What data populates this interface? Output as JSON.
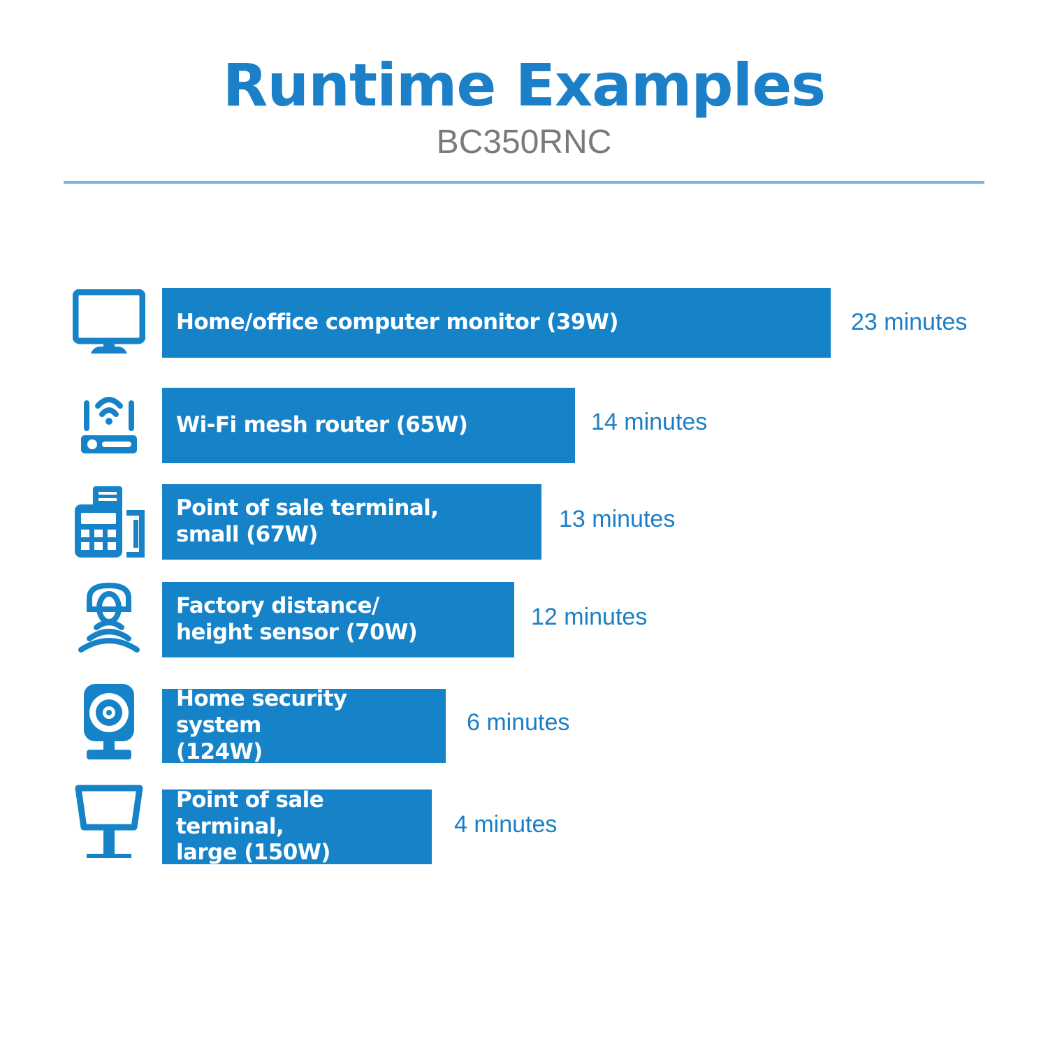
{
  "header": {
    "title": "Runtime Examples",
    "subtitle": "BC350RNC"
  },
  "colors": {
    "bar": "#1683c9",
    "title": "#1b80c8",
    "subtitle": "#7a7a7a",
    "value_text": "#1b7fc4",
    "divider": "#7eb5e0",
    "background": "#ffffff"
  },
  "chart_data": {
    "type": "bar",
    "title": "Runtime Examples",
    "subtitle": "BC350RNC",
    "xlabel": "",
    "ylabel": "",
    "unit": "minutes",
    "orientation": "horizontal",
    "grid": false,
    "legend": false,
    "categories": [
      "Home/office computer monitor (39W)",
      "Wi-Fi mesh router (65W)",
      "Point of sale terminal, small (67W)",
      "Factory distance/height sensor (70W)",
      "Home security system (124W)",
      "Point of sale terminal, large (150W)"
    ],
    "values": [
      23,
      14,
      13,
      12,
      6,
      4
    ],
    "xlim": [
      0,
      23
    ]
  },
  "rows": [
    {
      "icon": "computer-monitor-icon",
      "label": "Home/office computer monitor (39W)",
      "value": "23 minutes",
      "minutes": 23,
      "watts": "39W"
    },
    {
      "icon": "wifi-router-icon",
      "label": "Wi-Fi mesh router (65W)",
      "value": "14 minutes",
      "minutes": 14,
      "watts": "65W"
    },
    {
      "icon": "pos-terminal-small-icon",
      "label": "Point of sale terminal,\nsmall (67W)",
      "value": "13 minutes",
      "minutes": 13,
      "watts": "67W"
    },
    {
      "icon": "distance-sensor-icon",
      "label": "Factory distance/\nheight sensor (70W)",
      "value": "12 minutes",
      "minutes": 12,
      "watts": "70W"
    },
    {
      "icon": "security-camera-icon",
      "label": "Home security system\n(124W)",
      "value": "6 minutes",
      "minutes": 6,
      "watts": "124W"
    },
    {
      "icon": "pos-terminal-large-icon",
      "label": "Point of sale terminal,\nlarge (150W)",
      "value": "4 minutes",
      "minutes": 4,
      "watts": "150W"
    }
  ]
}
